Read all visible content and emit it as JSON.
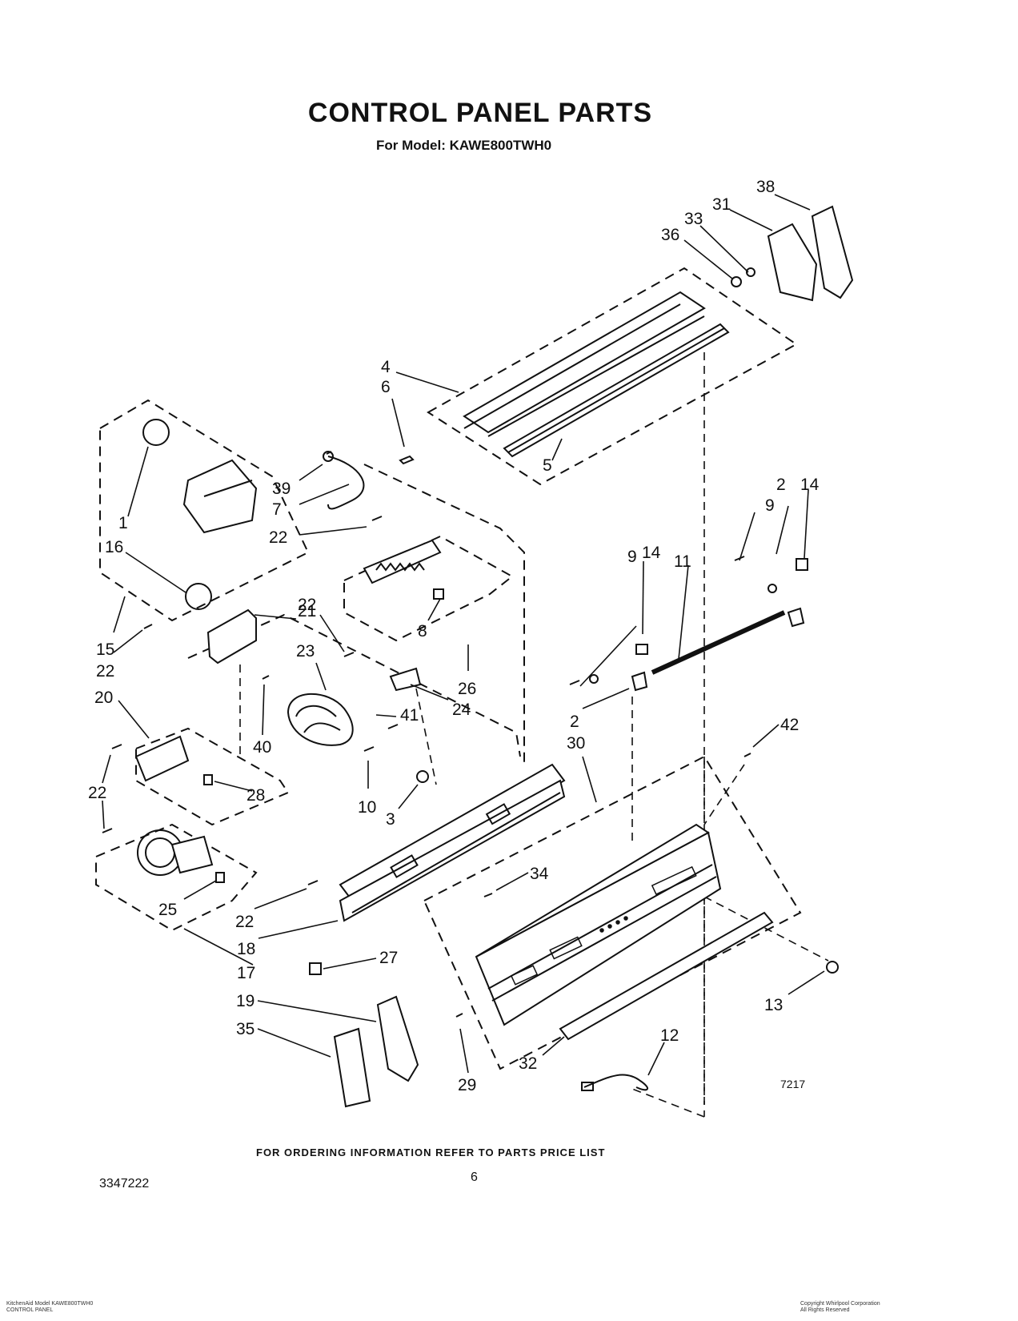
{
  "title": "CONTROL PANEL PARTS",
  "subtitle": "For Model: KAWE800TWH0",
  "footer_note": "FOR ORDERING INFORMATION REFER TO PARTS PRICE LIST",
  "doc_number": "3347222",
  "page_number": "6",
  "diagram_code": "7217",
  "fine_print_left": [
    "KitchenAid Model KAWE800TWH0",
    "CONTROL PANEL"
  ],
  "fine_print_right": [
    "Copyright Whirlpool Corporation",
    "All Rights Reserved"
  ],
  "callouts": [
    "38",
    "31",
    "33",
    "36",
    "4",
    "6",
    "5",
    "39",
    "7",
    "22",
    "1",
    "16",
    "15",
    "22",
    "21",
    "23",
    "22",
    "8",
    "26",
    "24",
    "20",
    "40",
    "41",
    "22",
    "28",
    "10",
    "3",
    "22",
    "25",
    "18",
    "17",
    "9",
    "14",
    "2",
    "14",
    "11",
    "9",
    "2",
    "30",
    "42",
    "34",
    "13",
    "27",
    "19",
    "35",
    "29",
    "32",
    "12"
  ]
}
